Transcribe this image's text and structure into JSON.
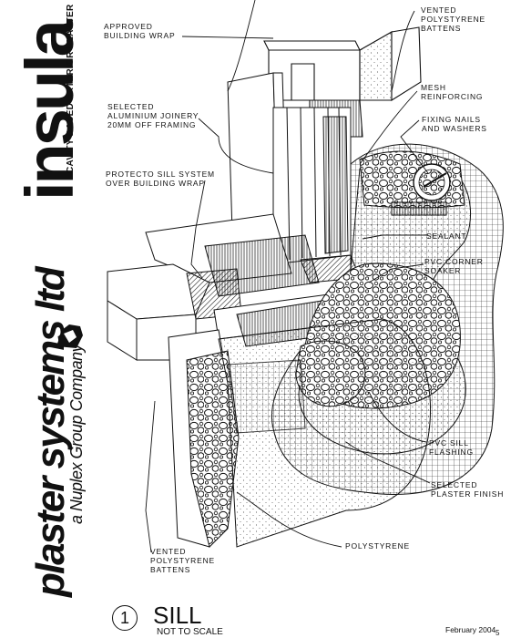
{
  "brand": {
    "insula": "insula",
    "tagline": "CAVITY BASED EXTERIOR PLASTER",
    "company": "plaster systems ltd",
    "group": "a Nuplex Group Company"
  },
  "callouts": {
    "building_wrap": "APPROVED\nBUILDING WRAP",
    "joinery": "SELECTED\nALUMINIUM JOINERY\n20mm OFF FRAMING",
    "sill_system": "PROTECTO SILL SYSTEM\nOVER BUILDING WRAP",
    "vented_battens_top": "VENTED\nPOLYSTYRENE\nBATTENS",
    "mesh": "MESH\nREINFORCING",
    "fixing": "FIXING NAILS\nAND WASHERS",
    "sealant": "SEALANT",
    "corner_soaker": "PVC CORNER\nSOAKER",
    "sill_flashing": "PVC SILL\nFLASHING",
    "plaster_finish": "SELECTED\nPLASTER FINISH",
    "polystyrene": "POLYSTYRENE",
    "vented_battens_bottom": "VENTED\nPOLYSTYRENE\nBATTENS"
  },
  "caption": {
    "number": "1",
    "title": "SILL",
    "subtitle": "NOT TO SCALE"
  },
  "footer": {
    "date": "February 2004",
    "page_mark": "5"
  }
}
